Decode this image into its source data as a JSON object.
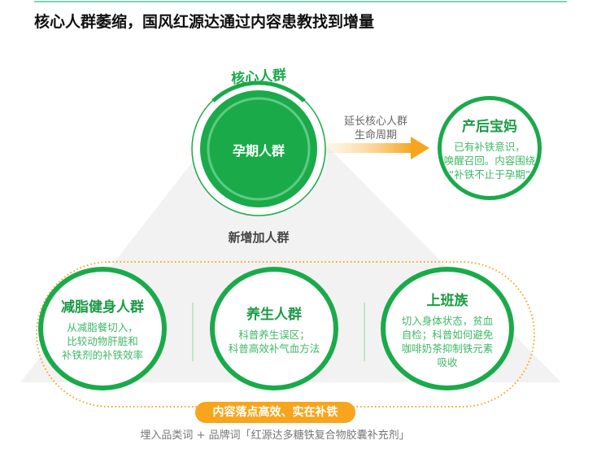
{
  "title": "核心人群萎缩，国风红源达通过内容患教找到增量",
  "core": {
    "arc_label": "核心人群",
    "circle_label": "孕期人群"
  },
  "arrow": {
    "line1": "延长核心人群",
    "line2": "生命周期"
  },
  "postpartum": {
    "title": "产后宝妈",
    "lines": [
      "已有补铁意识，",
      "唤醒召回。内容围绕",
      "“补铁不止于孕期”"
    ]
  },
  "new_groups_label": "新增加人群",
  "groups": [
    {
      "title": "减脂健身人群",
      "lines": [
        "从减脂餐切入，",
        "比较动物肝脏和",
        "补铁剂的补铁效率"
      ]
    },
    {
      "title": "养生人群",
      "lines": [
        "科普养生误区；",
        "科普高效补气血方法"
      ]
    },
    {
      "title": "上班族",
      "lines": [
        "切入身体状态，贫血",
        "自检；科普如何避免",
        "咖啡奶茶抑制铁元素",
        "吸收"
      ]
    }
  ],
  "badge": "内容落点高效、实在补铁",
  "footer": "埋入品类词 + 品牌词「红源达多糖铁复合物胶囊补充剂」",
  "colors": {
    "green": "#1aaa4a",
    "orange": "#f7a51c",
    "gray": "#f2f2f2"
  }
}
